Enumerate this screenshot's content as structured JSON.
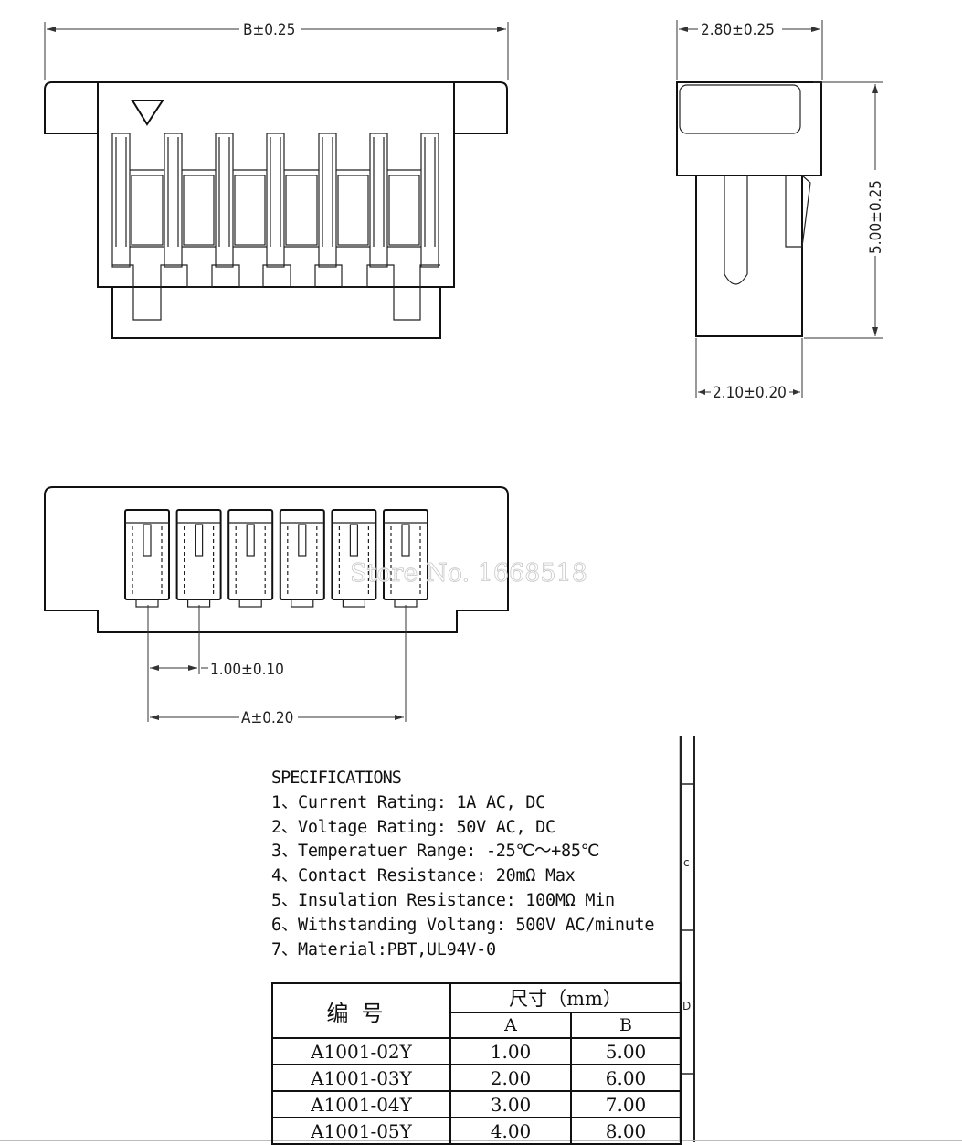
{
  "dimensions": {
    "b_width": "B±0.25",
    "depth": "2.80±0.25",
    "height": "5.00±0.25",
    "base_depth": "2.10±0.20",
    "pitch": "1.00±0.10",
    "a_span": "A±0.20"
  },
  "watermark": "Store No. 1668518",
  "specifications": {
    "title": "SPECIFICATIONS",
    "items": [
      "1、Current Rating: 1A AC, DC",
      "2、Voltage Rating: 50V AC, DC",
      "3、Temperatuer Range: -25℃～+85℃",
      "4、Contact Resistance: 20mΩ Max",
      "5、Insulation Resistance: 100MΩ Min",
      "6、Withstanding Voltang: 500V AC/minute",
      "7、Material:PBT,UL94V-0"
    ]
  },
  "side_marks": [
    "c",
    "D"
  ],
  "table": {
    "header_part": "编号",
    "header_size": "尺寸（mm）",
    "col_a": "A",
    "col_b": "B",
    "rows": [
      {
        "part": "A1001-02Y",
        "a": "1.00",
        "b": "5.00"
      },
      {
        "part": "A1001-03Y",
        "a": "2.00",
        "b": "6.00"
      },
      {
        "part": "A1001-04Y",
        "a": "3.00",
        "b": "7.00"
      },
      {
        "part": "A1001-05Y",
        "a": "4.00",
        "b": "8.00"
      }
    ]
  }
}
